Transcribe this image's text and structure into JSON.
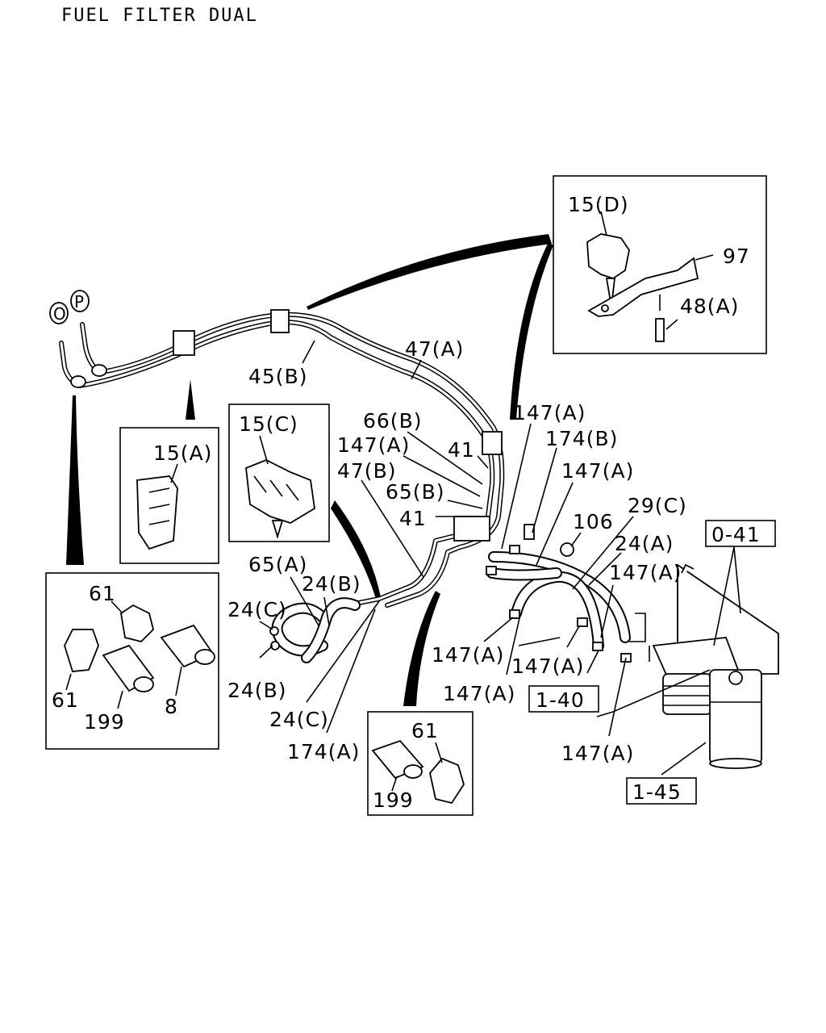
{
  "title": "FUEL FILTER DUAL",
  "connectors": {
    "o": "O",
    "p": "P"
  },
  "detail_boxes": {
    "box_15d": {
      "labels": [
        "15(D)",
        "97",
        "48(A)"
      ]
    },
    "box_15a": {
      "labels": [
        "15(A)"
      ]
    },
    "box_15c": {
      "labels": [
        "15(C)"
      ]
    },
    "box_clamps_left": {
      "labels": [
        "61",
        "61",
        "199",
        "8"
      ]
    },
    "box_clamps_bottom": {
      "labels": [
        "61",
        "199"
      ]
    }
  },
  "callouts": {
    "l_47a": "47(A)",
    "l_45b": "45(B)",
    "l_66b": "66(B)",
    "l_147a_1": "147(A)",
    "l_147a_2": "147(A)",
    "l_41a": "41",
    "l_41b": "41",
    "l_174b": "174(B)",
    "l_147a_3": "147(A)",
    "l_47b": "47(B)",
    "l_65b": "65(B)",
    "l_106": "106",
    "l_29c": "29(C)",
    "l_24a": "24(A)",
    "l_147a_4": "147(A)",
    "l_65a": "65(A)",
    "l_24b_1": "24(B)",
    "l_24c_1": "24(C)",
    "l_24b_2": "24(B)",
    "l_24c_2": "24(C)",
    "l_174a": "174(A)",
    "l_147a_5": "147(A)",
    "l_147a_6": "147(A)",
    "l_147a_7": "147(A)",
    "l_147a_8": "147(A)"
  },
  "reference_boxes": {
    "r_041": "0-41",
    "r_140": "1-40",
    "r_145": "1-45"
  }
}
